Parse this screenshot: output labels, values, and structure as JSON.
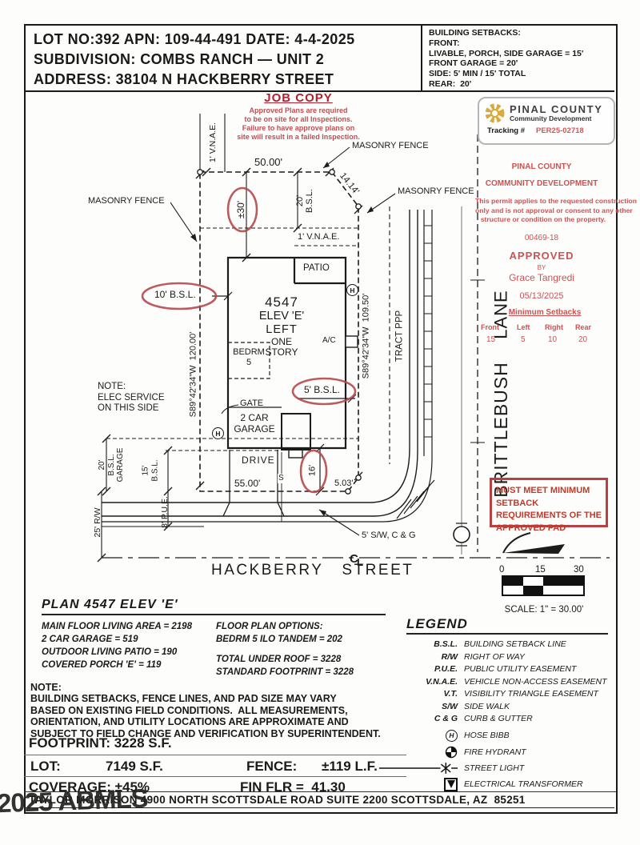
{
  "header": {
    "line1": "LOT NO:392  APN: 109-44-491  DATE: 4-4-2025",
    "line2": "SUBDIVISION: COMBS RANCH — UNIT 2",
    "line3": "ADDRESS: 38104 N HACKBERRY STREET"
  },
  "setbacks_box": "BUILDING SETBACKS:\nFRONT:\nLIVABLE, PORCH, SIDE GARAGE = 15'\nFRONT GARAGE = 20'\nSIDE: 5' MIN / 15' TOTAL\nREAR:  20'",
  "job_copy": {
    "title": "JOB COPY",
    "body": "Approved Plans are required\nto be on site for all Inspections.\nFailure to have approve plans on\nsite will result in a failed Inspection."
  },
  "county": {
    "name": "PINAL COUNTY",
    "dept": "Community Development",
    "tracking_label": "Tracking #",
    "tracking_number": "PER25-02718"
  },
  "stamp": {
    "line1": "PINAL COUNTY",
    "line2": "COMMUNITY DEVELOPMENT",
    "para": "This permit applies to the requested construction\nonly and is not approval or consent to any other\nstructure or condition on the property.",
    "permit_number": "00469-18",
    "approved": "APPROVED",
    "by": "BY",
    "approver": "Grace Tangredi",
    "date": "05/13/2025",
    "table_title": "Minimum Setbacks",
    "headers": [
      "Front",
      "Left",
      "Right",
      "Rear"
    ],
    "values": [
      "15",
      "5",
      "10",
      "20"
    ]
  },
  "plot": {
    "vnae_top": "1' V.N.A.E.",
    "dim50": "50.00'",
    "dim1414": "14.14'",
    "fence1": "MASONRY FENCE",
    "fence2": "MASONRY FENCE",
    "fence3": "MASONRY FENCE",
    "c30": "±30'",
    "bsl20": "20'\nB.S.L.",
    "vnae_mid": "1' V.N.A.E.",
    "patio": "PATIO",
    "plan_no": "4547",
    "elev": "ELEV 'E'",
    "left": "LEFT",
    "story": "ONE\nSTORY",
    "ac": "A/C",
    "bedrm": "BEDRM\n5",
    "dim_east": "S89°42'34\"W  109.50'",
    "tract": "TRACT PPP",
    "c10": "10' B.S.L.",
    "dim_west": "S89°42'34\"W  120.00'",
    "elec_note": "NOTE:\nELEC SERVICE\nON THIS SIDE",
    "gate": "GATE",
    "garage": "2 CAR\nGARAGE",
    "c5": "5' B.S.L.",
    "drive": "DRIVE",
    "dim55": "55.00'",
    "s": "S",
    "c16": "16'",
    "dim503": "5.03'",
    "g20": "20'\nB.S.L.\nGARAGE",
    "g15": "15'\nB.S.L.",
    "pue": "8' P.U.E.",
    "rw": "25' R/W",
    "swcg": "5' S/W, C & G",
    "street": "HACKBERRY   STREET",
    "lane": "LANE",
    "brittlebush": "BRITTLEBUSH",
    "h": "H",
    "cl_c": "C",
    "cl_l": "L"
  },
  "red_box": "MUST MEET MINIMUM SETBACK REQUIREMENTS OF THE APPROVED PAD",
  "scale": {
    "ticks": [
      "0",
      "15",
      "30"
    ],
    "label": "SCALE: 1\" = 30.00'"
  },
  "plan": {
    "title": "PLAN 4547 ELEV 'E'",
    "col1": "MAIN FLOOR LIVING AREA = 2198\n2 CAR GARAGE = 519\nOUTDOOR LIVING PATIO = 190\nCOVERED PORCH 'E' = 119",
    "col2a": "FLOOR PLAN OPTIONS:\nBEDRM 5 ILO TANDEM = 202",
    "col2b": "TOTAL UNDER ROOF = 3228\nSTANDARD FOOTPRINT = 3228"
  },
  "note": "NOTE:\nBUILDING SETBACKS, FENCE LINES, AND PAD SIZE MAY VARY\nBASED ON EXISTING FIELD CONDITIONS.  ALL MEASUREMENTS,\nORIENTATION, AND UTILITY LOCATIONS ARE APPROXIMATE AND\nSUBJECT TO FIELD CHANGE AND VERIFICATION BY SUPERINTENDENT.",
  "summary": {
    "footprint": "FOOTPRINT: 3228 S.F.",
    "lot_label": "LOT:",
    "lot_value": "7149 S.F.",
    "fence_label": "FENCE:",
    "fence_value": "±119 L.F.",
    "coverage": "COVERAGE: ±45%",
    "fin_flr": "FIN FLR =  41.30"
  },
  "legend": {
    "title": "LEGEND",
    "items": [
      {
        "abbr": "B.S.L.",
        "desc": "BUILDING SETBACK LINE"
      },
      {
        "abbr": "R/W",
        "desc": "RIGHT OF WAY"
      },
      {
        "abbr": "P.U.E.",
        "desc": "PUBLIC UTILITY EASEMENT"
      },
      {
        "abbr": "V.N.A.E.",
        "desc": "VEHICLE NON-ACCESS EASEMENT"
      },
      {
        "abbr": "V.T.",
        "desc": "VISIBILITY TRIANGLE EASEMENT"
      },
      {
        "abbr": "S/W",
        "desc": "SIDE WALK"
      },
      {
        "abbr": "C & G",
        "desc": "CURB & GUTTER"
      }
    ],
    "symbols": [
      {
        "desc": "HOSE BIBB"
      },
      {
        "desc": "FIRE HYDRANT"
      },
      {
        "desc": "STREET LIGHT"
      },
      {
        "desc": "ELECTRICAL TRANSFORMER"
      }
    ]
  },
  "footer": "TAYLOR MORRISON 4900 NORTH SCOTTSDALE ROAD SUITE 2200 SCOTTSDALE, AZ  85251",
  "watermark": "2025 ABMLS",
  "colors": {
    "stamp_red": "#cd5252",
    "highlight_red": "#b5494e",
    "logo_gold": "#dba839"
  }
}
